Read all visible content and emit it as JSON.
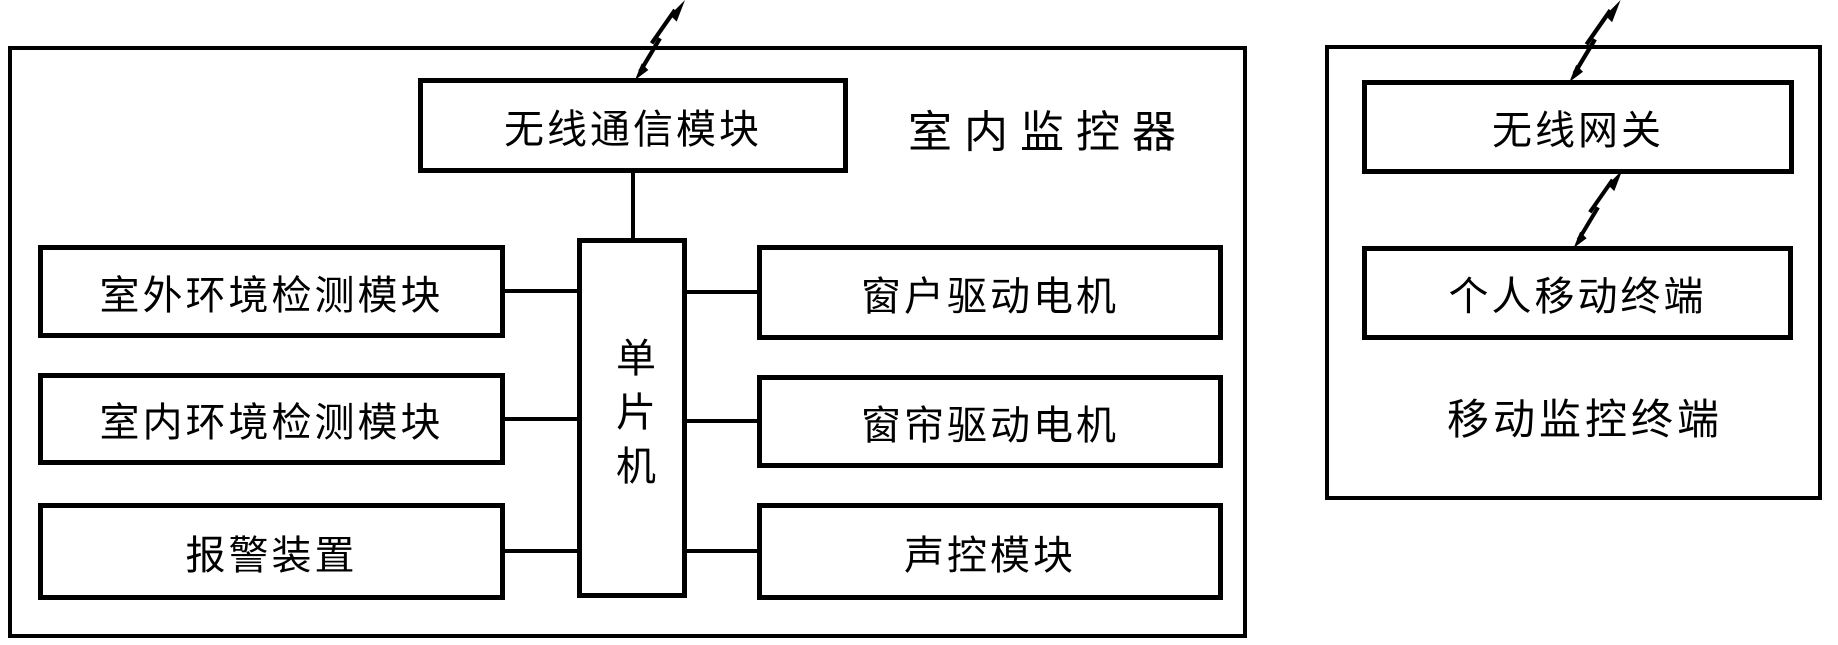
{
  "diagram": {
    "type": "block-diagram",
    "colors": {
      "line": "#000000",
      "background": "#ffffff"
    },
    "indoor_monitor": {
      "title": "室内监控器",
      "wireless_module_label": "无线通信模块",
      "mcu_label": "单片机",
      "sensor_modules": [
        "室外环境检测模块",
        "室内环境检测模块",
        "报警装置"
      ],
      "actuator_modules": [
        "窗户驱动电机",
        "窗帘驱动电机",
        "声控模块"
      ]
    },
    "mobile_terminal": {
      "title": "移动监控终端",
      "gateway_label": "无线网关",
      "personal_terminal_label": "个人移动终端"
    },
    "icons": {
      "wireless_link": "lightning-bolt-icon"
    }
  }
}
